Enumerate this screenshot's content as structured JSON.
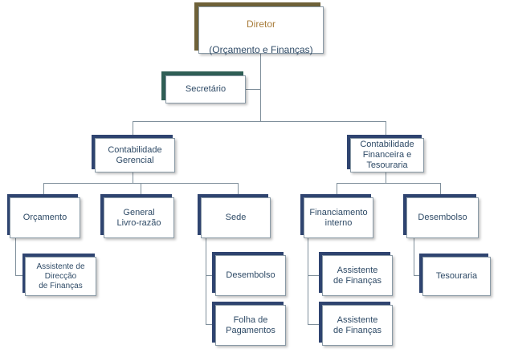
{
  "org_chart": {
    "director": {
      "title": "Diretor",
      "subtitle": "(Orçamento e Finanças)"
    },
    "secretary": "Secretário",
    "management_accounting": "Contabilidade\nGerencial",
    "financial_accounting": "Contabilidade\nFinanceira e\nTesouraria",
    "budget": "Orçamento",
    "budget_assistant": "Assistente de\nDirecção\nde Finanças",
    "general_ledger": "General\nLivro-razão",
    "headquarters": "Sede",
    "hq_disbursement": "Desembolso",
    "payroll": "Folha de\nPagamentos",
    "internal_financing": "Financiamento\ninterno",
    "finance_assistant_1": "Assistente\nde Finanças",
    "finance_assistant_2": "Assistente\nde Finanças",
    "disbursement": "Desembolso",
    "treasury": "Tesouraria"
  },
  "colors": {
    "node_text": "#2e4a66",
    "director_title": "#a87c3a",
    "header_shadow": "#2f4470",
    "director_shadow": "#6e6138",
    "secretary_shadow": "#2f5e55",
    "connector": "#7f8f9b"
  }
}
